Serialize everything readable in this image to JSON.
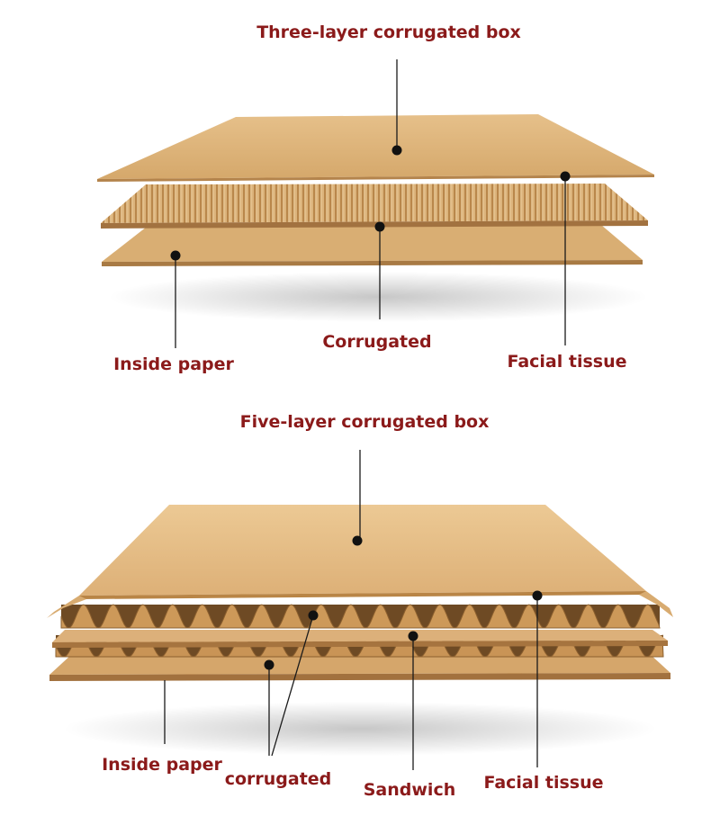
{
  "colors": {
    "label": "#8b1a1a",
    "kraft_light": "#e9c694",
    "kraft": "#d9ad71",
    "kraft_dark": "#b98546",
    "kraft_shadow": "#8e6233"
  },
  "three_layer": {
    "title": "Three-layer corrugated box",
    "labels": {
      "inside_paper": "Inside paper",
      "corrugated": "Corrugated",
      "facial_tissue": "Facial tissue"
    }
  },
  "five_layer": {
    "title": "Five-layer corrugated box",
    "labels": {
      "inside_paper": "Inside paper",
      "corrugated": "corrugated",
      "sandwich": "Sandwich",
      "facial_tissue": "Facial tissue"
    }
  }
}
